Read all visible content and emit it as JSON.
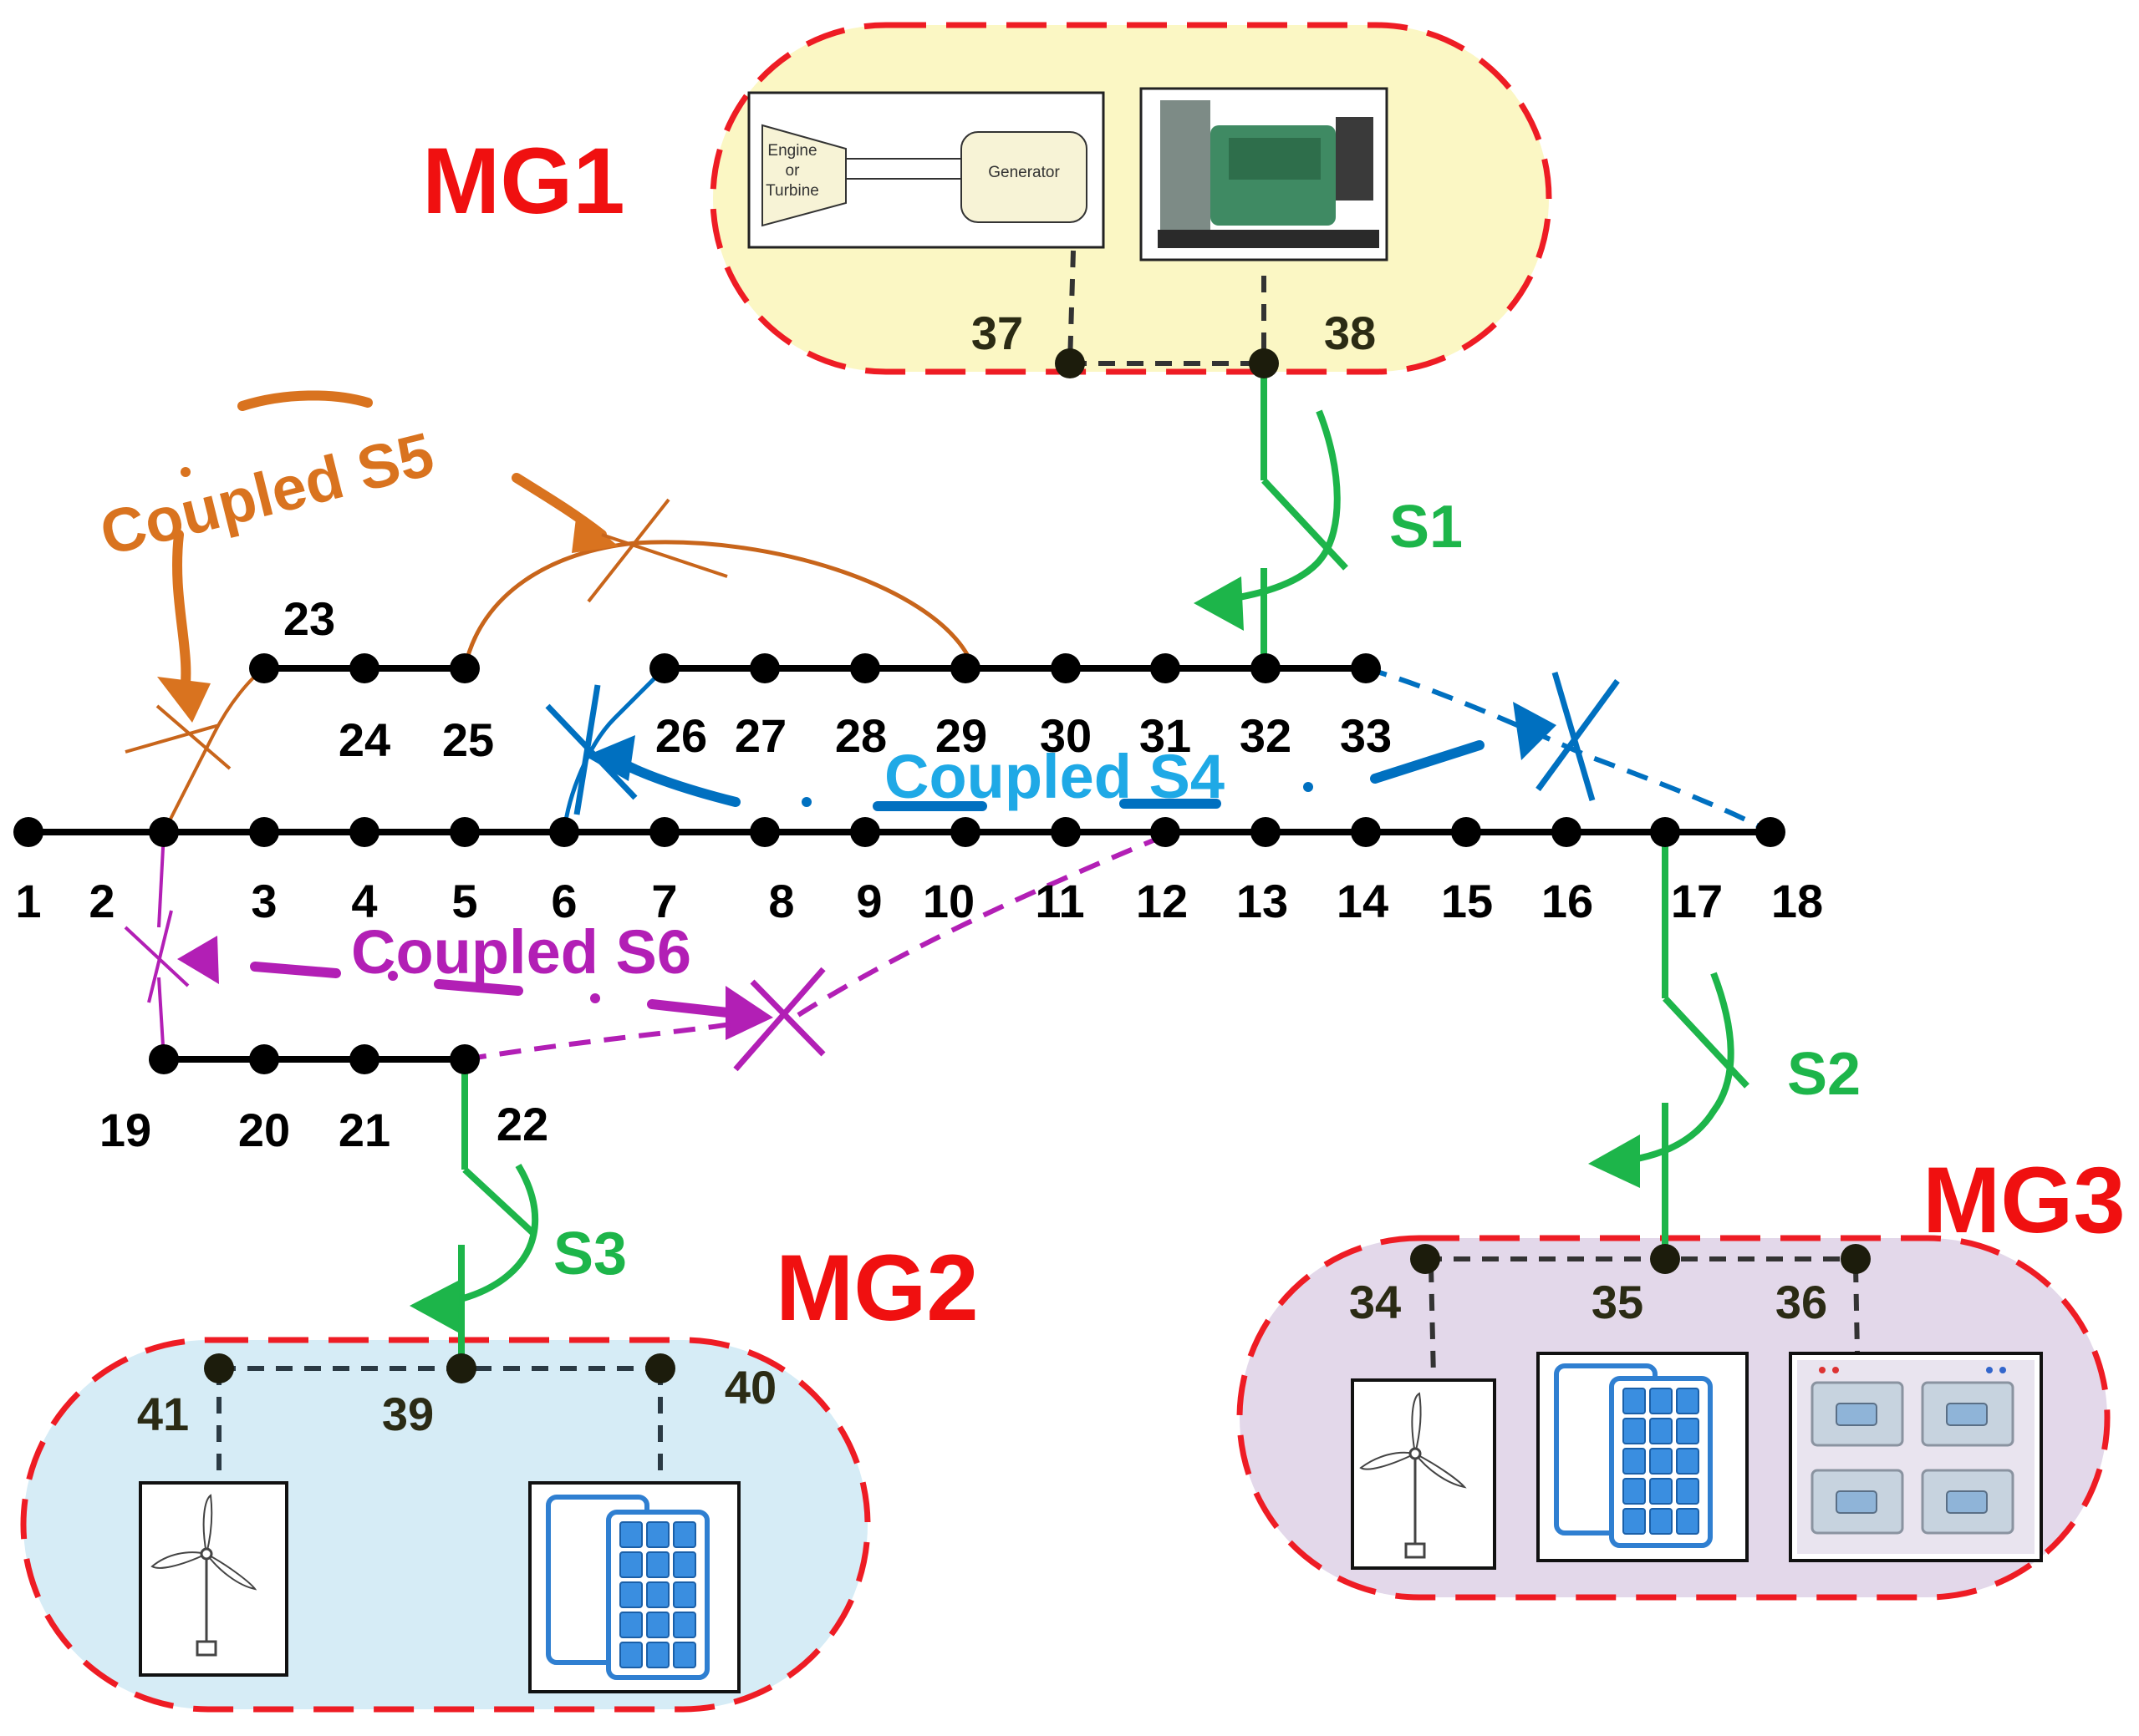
{
  "buses": [
    {
      "id": "1",
      "label": "1"
    },
    {
      "id": "2",
      "label": "2"
    },
    {
      "id": "3",
      "label": "3"
    },
    {
      "id": "4",
      "label": "4"
    },
    {
      "id": "5",
      "label": "5"
    },
    {
      "id": "6",
      "label": "6"
    },
    {
      "id": "7",
      "label": "7"
    },
    {
      "id": "8",
      "label": "8"
    },
    {
      "id": "9",
      "label": "9"
    },
    {
      "id": "10",
      "label": "10"
    },
    {
      "id": "11",
      "label": "11"
    },
    {
      "id": "12",
      "label": "12"
    },
    {
      "id": "13",
      "label": "13"
    },
    {
      "id": "14",
      "label": "14"
    },
    {
      "id": "15",
      "label": "15"
    },
    {
      "id": "16",
      "label": "16"
    },
    {
      "id": "17",
      "label": "17"
    },
    {
      "id": "18",
      "label": "18"
    },
    {
      "id": "19",
      "label": "19"
    },
    {
      "id": "20",
      "label": "20"
    },
    {
      "id": "21",
      "label": "21"
    },
    {
      "id": "22",
      "label": "22"
    },
    {
      "id": "23",
      "label": "23"
    },
    {
      "id": "24",
      "label": "24"
    },
    {
      "id": "25",
      "label": "25"
    },
    {
      "id": "26",
      "label": "26"
    },
    {
      "id": "27",
      "label": "27"
    },
    {
      "id": "28",
      "label": "28"
    },
    {
      "id": "29",
      "label": "29"
    },
    {
      "id": "30",
      "label": "30"
    },
    {
      "id": "31",
      "label": "31"
    },
    {
      "id": "32",
      "label": "32"
    },
    {
      "id": "33",
      "label": "33"
    },
    {
      "id": "34",
      "label": "34"
    },
    {
      "id": "35",
      "label": "35"
    },
    {
      "id": "36",
      "label": "36"
    },
    {
      "id": "37",
      "label": "37"
    },
    {
      "id": "38",
      "label": "38"
    },
    {
      "id": "39",
      "label": "39"
    },
    {
      "id": "40",
      "label": "40"
    },
    {
      "id": "41",
      "label": "41"
    }
  ],
  "microgrids": {
    "mg1": {
      "label": "MG1",
      "engine_text": [
        "Engine",
        "or",
        "Turbine"
      ],
      "generator_text": "Generator",
      "fill": "#fbf7c4"
    },
    "mg2": {
      "label": "MG2",
      "fill": "#d6ecf6"
    },
    "mg3": {
      "label": "MG3",
      "fill": "#e3d8ea"
    }
  },
  "switches": {
    "s1": "S1",
    "s2": "S2",
    "s3": "S3"
  },
  "coupled": {
    "s4": "Coupled S4",
    "s5": "Coupled S5",
    "s6": "Coupled S6"
  },
  "colors": {
    "bus": "#000000",
    "mg_border": "#ee1c24",
    "mg_label": "#f01010",
    "switch": "#1db54a",
    "coupled_s4": "#0070c0",
    "coupled_s4_text": "#1fa9e6",
    "coupled_s5": "#c8651b",
    "coupled_s6": "#b21fb5",
    "panel": "#2f7fd1"
  }
}
